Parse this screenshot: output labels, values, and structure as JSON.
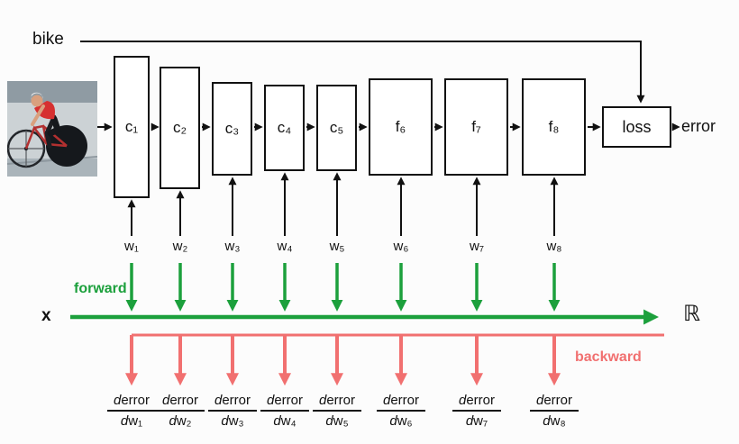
{
  "bike_label": "bike",
  "error_label": "error",
  "loss_label": "loss",
  "x_label": "x",
  "reals_symbol": "ℝ",
  "forward_label": "forward",
  "backward_label": "backward",
  "layers": [
    {
      "label": "c₁"
    },
    {
      "label": "c₂"
    },
    {
      "label": "c₃"
    },
    {
      "label": "c₄"
    },
    {
      "label": "c₅"
    },
    {
      "label": "f₆"
    },
    {
      "label": "f₇"
    },
    {
      "label": "f₈"
    }
  ],
  "weights": [
    "w₁",
    "w₂",
    "w₃",
    "w₄",
    "w₅",
    "w₆",
    "w₇",
    "w₈"
  ],
  "gradients": [
    {
      "d": "d",
      "num": "error",
      "den_d": "d",
      "den": "w₁"
    },
    {
      "d": "d",
      "num": "error",
      "den_d": "d",
      "den": "w₂"
    },
    {
      "d": "d",
      "num": "error",
      "den_d": "d",
      "den": "w₃"
    },
    {
      "d": "d",
      "num": "error",
      "den_d": "d",
      "den": "w₄"
    },
    {
      "d": "d",
      "num": "error",
      "den_d": "d",
      "den": "w₅"
    },
    {
      "d": "d",
      "num": "error",
      "den_d": "d",
      "den": "w₆"
    },
    {
      "d": "d",
      "num": "error",
      "den_d": "d",
      "den": "w₇"
    },
    {
      "d": "d",
      "num": "error",
      "den_d": "d",
      "den": "w₈"
    }
  ],
  "colors": {
    "forward_green": "#1ca03c",
    "backward_red": "#f17070",
    "ink_black": "#111111"
  }
}
